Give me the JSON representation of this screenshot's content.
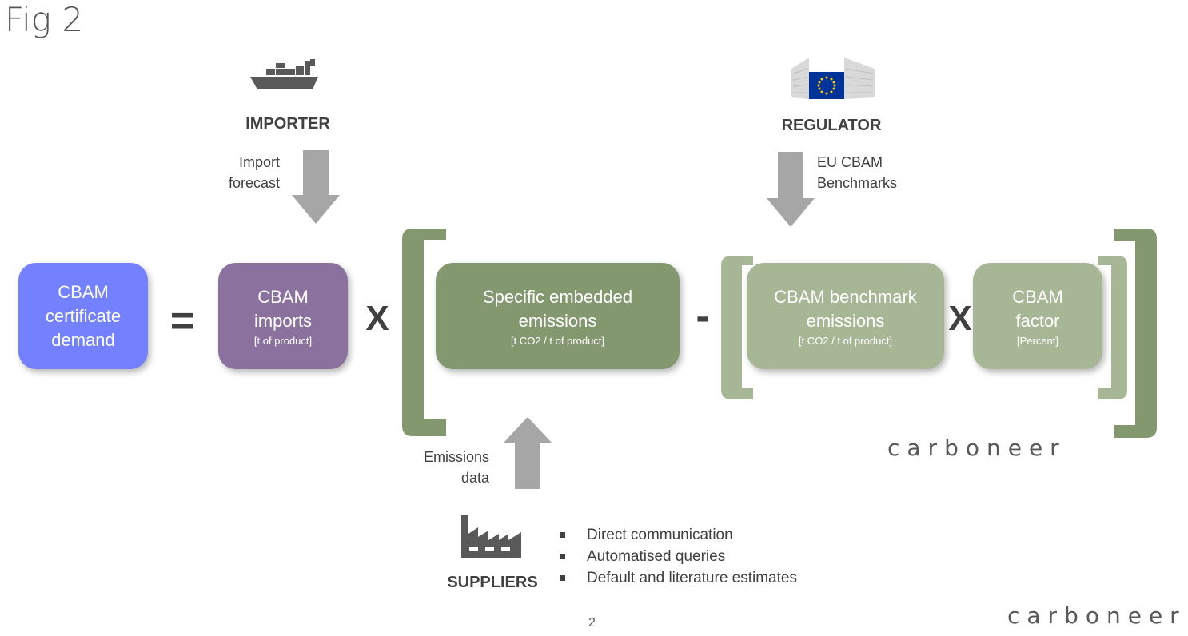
{
  "figure": {
    "title": "Fig 2",
    "page_number": "2"
  },
  "actors": {
    "importer": {
      "label": "IMPORTER",
      "icon": "ship-icon"
    },
    "regulator": {
      "label": "REGULATOR",
      "icon": "eu-flag-icon"
    },
    "suppliers": {
      "label": "SUPPLIERS",
      "icon": "factory-icon"
    }
  },
  "flows": {
    "import_forecast": [
      "Import",
      "forecast"
    ],
    "eu_benchmarks": [
      "EU CBAM",
      "Benchmarks"
    ],
    "emissions_data": [
      "Emissions",
      "data"
    ]
  },
  "boxes": {
    "demand": {
      "lines": [
        "CBAM",
        "certificate",
        "demand"
      ],
      "color": "#7381ff"
    },
    "imports": {
      "lines": [
        "CBAM",
        "imports"
      ],
      "unit": "[t of product]",
      "color": "#8b729e"
    },
    "specific": {
      "lines": [
        "Specific embedded",
        "emissions"
      ],
      "unit": "[t CO2 / t of product]",
      "color": "#849870"
    },
    "benchmark": {
      "lines": [
        "CBAM benchmark",
        "emissions"
      ],
      "unit": "[t CO2 / t of product]",
      "color": "#a7b795"
    },
    "factor": {
      "lines": [
        "CBAM",
        "factor"
      ],
      "unit": "[Percent]",
      "color": "#a7b795"
    }
  },
  "operators": {
    "equals": "=",
    "times1": "X",
    "minus": "-",
    "times2": "X"
  },
  "supplier_methods": [
    "Direct communication",
    "Automatised queries",
    "Default and literature estimates"
  ],
  "brand": "carboneer",
  "colors": {
    "bracket_dark": "#849870",
    "bracket_light": "#a7b795",
    "arrow": "#a6a6a6",
    "icon": "#595959",
    "eu_blue": "#003399",
    "eu_star": "#ffcc00"
  }
}
